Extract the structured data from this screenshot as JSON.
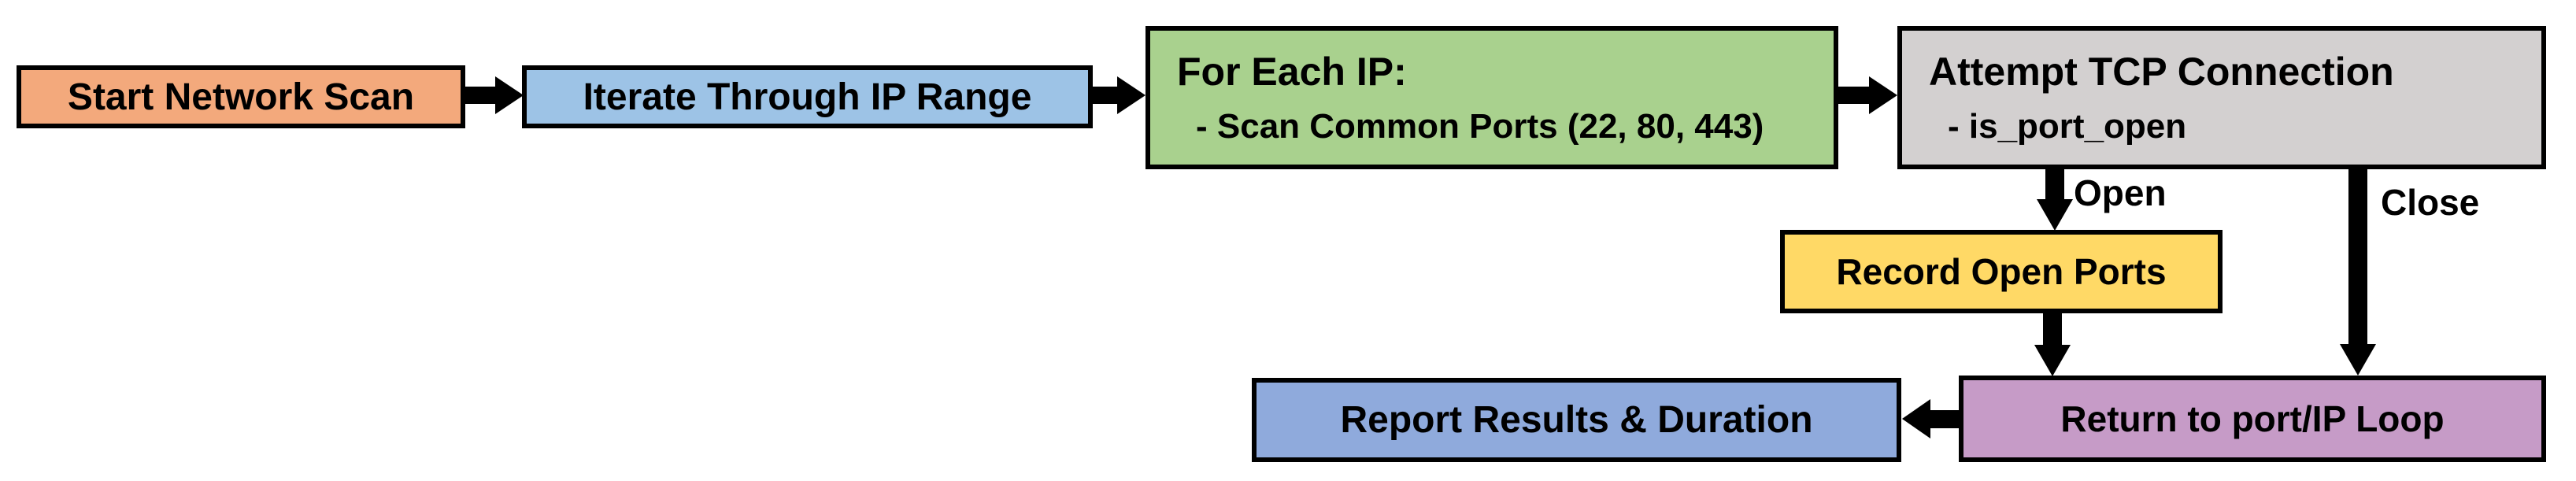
{
  "flowchart": {
    "nodes": {
      "start": {
        "label": "Start Network Scan",
        "fill": "#F3A97C"
      },
      "iterate_ip_range": {
        "label": "Iterate Through IP Range",
        "fill": "#9DC3E6"
      },
      "for_each_ip": {
        "title": "For Each IP:",
        "detail": "- Scan Common Ports (22, 80, 443)",
        "fill": "#A9D18E"
      },
      "attempt_tcp": {
        "title": "Attempt TCP Connection",
        "detail": "- is_port_open",
        "fill": "#D3D0D0"
      },
      "record_open_ports": {
        "label": "Record Open Ports",
        "fill": "#FFD966"
      },
      "report_results": {
        "label": "Report Results & Duration",
        "fill": "#8FAADC"
      },
      "return_loop": {
        "label": "Return to port/IP Loop",
        "fill": "#C69BC7"
      }
    },
    "edge_labels": {
      "open": "Open",
      "close": "Close"
    },
    "colors": {
      "arrow": "#000000",
      "border": "#000000",
      "text": "#000000",
      "background": "#FFFFFF"
    }
  }
}
